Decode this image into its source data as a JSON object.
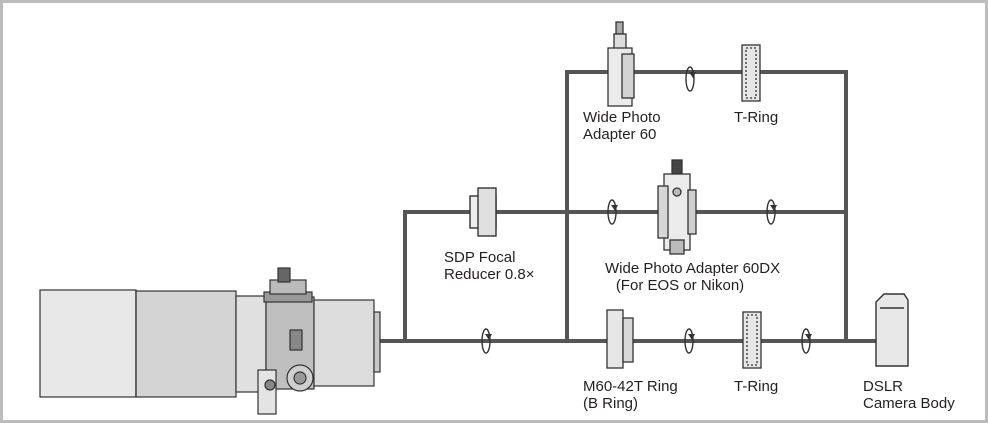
{
  "colors": {
    "frame": "#bcbcbc",
    "line": "#555555",
    "part_fill": "#e6e6e6",
    "part_stroke": "#333333"
  },
  "labels": {
    "wide_photo_adapter_60": [
      "Wide Photo",
      "Adapter 60"
    ],
    "t_ring_top": [
      "T-Ring"
    ],
    "sdp_focal_reducer": [
      "SDP Focal",
      "Reducer 0.8×"
    ],
    "wide_photo_adapter_60dx": [
      "Wide Photo Adapter 60DX",
      "(For EOS or Nikon)"
    ],
    "m60_42t_ring": [
      "M60-42T Ring",
      "(B Ring)"
    ],
    "t_ring_bottom": [
      "T-Ring"
    ],
    "dslr_camera_body": [
      "DSLR",
      "Camera Body"
    ]
  },
  "icons": {
    "rotation": "rotate-arrow-icon",
    "telescope": "telescope-icon",
    "camera": "dslr-camera-icon"
  }
}
